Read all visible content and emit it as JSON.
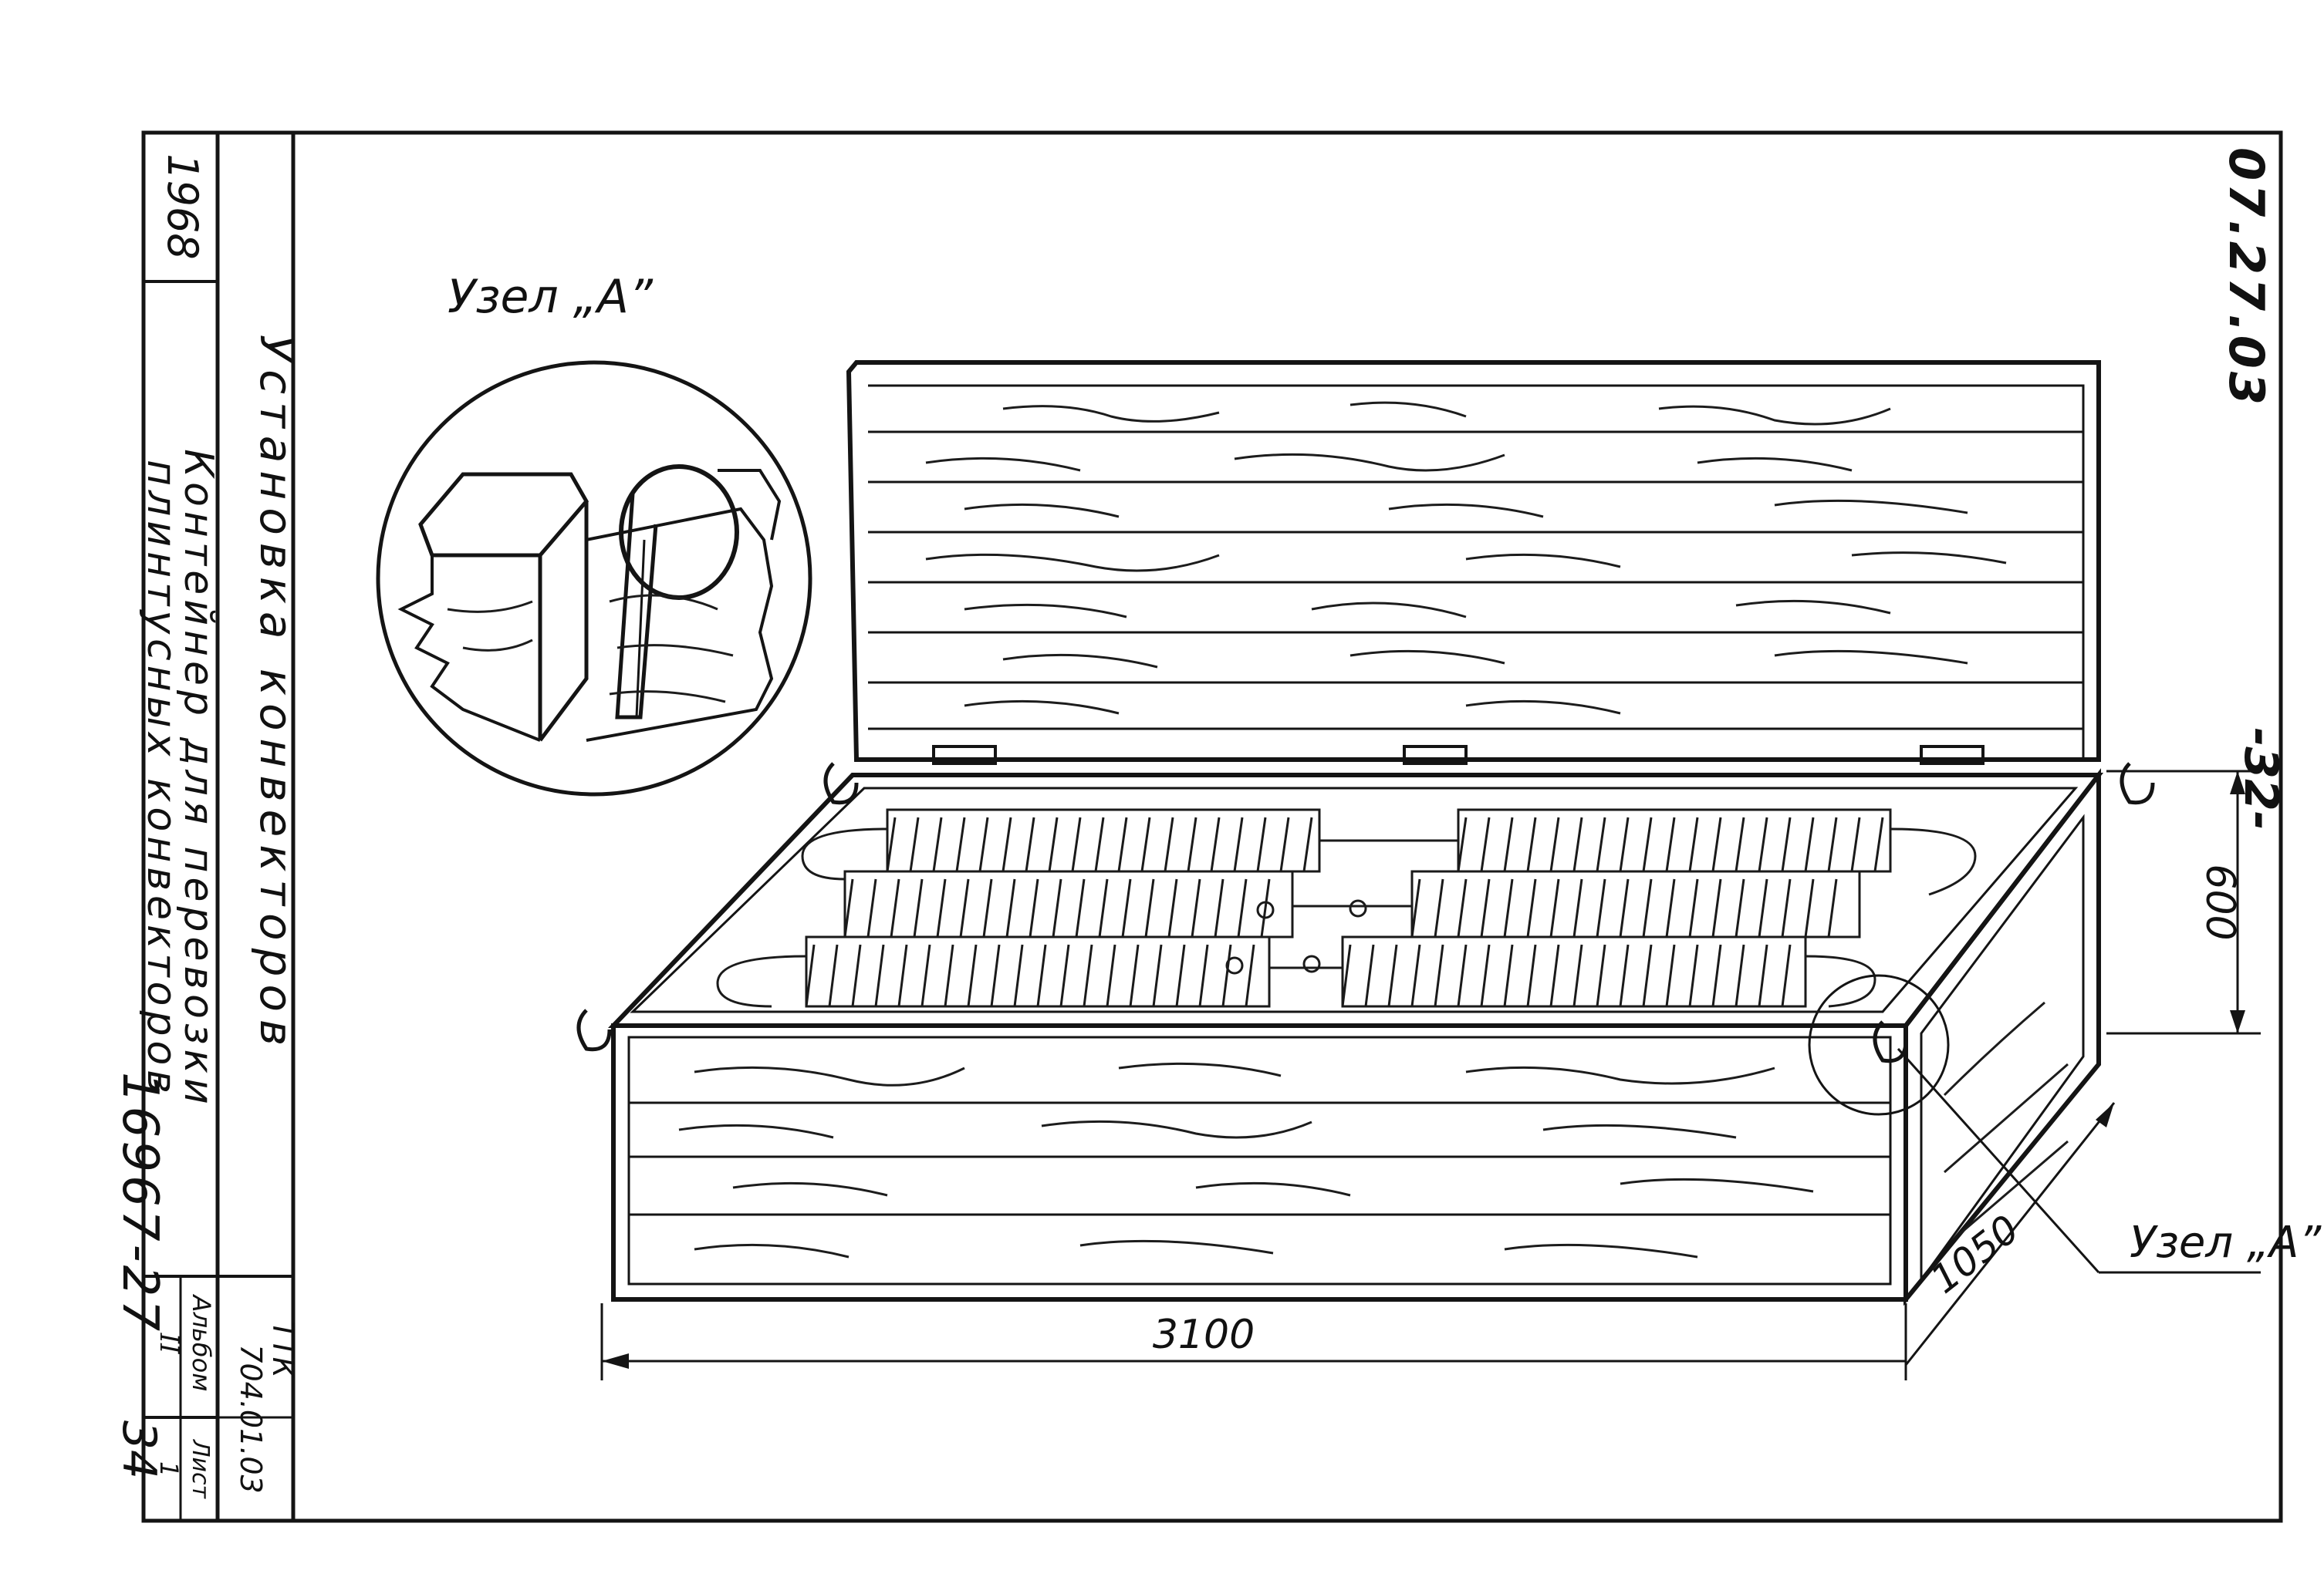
{
  "drawing": {
    "code": "07.27.03",
    "page_mark": "-32-",
    "archive_number": "16967-27",
    "archive_page": "34",
    "detail_title": "Узел „А”",
    "detail_callout": "Узел „А”",
    "dimensions": {
      "height": "600",
      "length": "3100",
      "width": "1050"
    }
  },
  "title_block": {
    "year": "1968",
    "title": "Установка конвекторов",
    "subtitle_line1": "Контейнер для перевозки",
    "subtitle_line2": "плинтусных конвекторов",
    "doc_label": "ТТК",
    "doc_number": "704.01.03",
    "album_label": "Альбом",
    "album_number": "II",
    "sheet_label": "Лист",
    "sheet_number": "1"
  }
}
